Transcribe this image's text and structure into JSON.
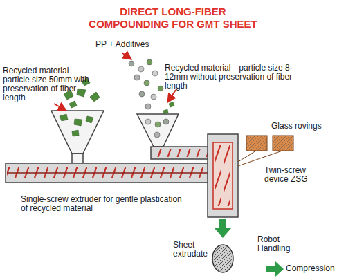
{
  "diagram": {
    "title": "DIRECT LONG-FIBER COMPOUNDING FOR GMT SHEET",
    "labels": [
      "Recycled material— particle size 50mm with preservation of fiber length",
      "PP + Additives",
      "Recycled material—particle size 8-12mm without preservation of fiber length",
      "Glass rovings",
      "Twin-screw device ZSG",
      "Single-screw extruder for gentle plastication of recycled material",
      "Sheet extrudate",
      "Robot Handling",
      "Compression"
    ]
  }
}
